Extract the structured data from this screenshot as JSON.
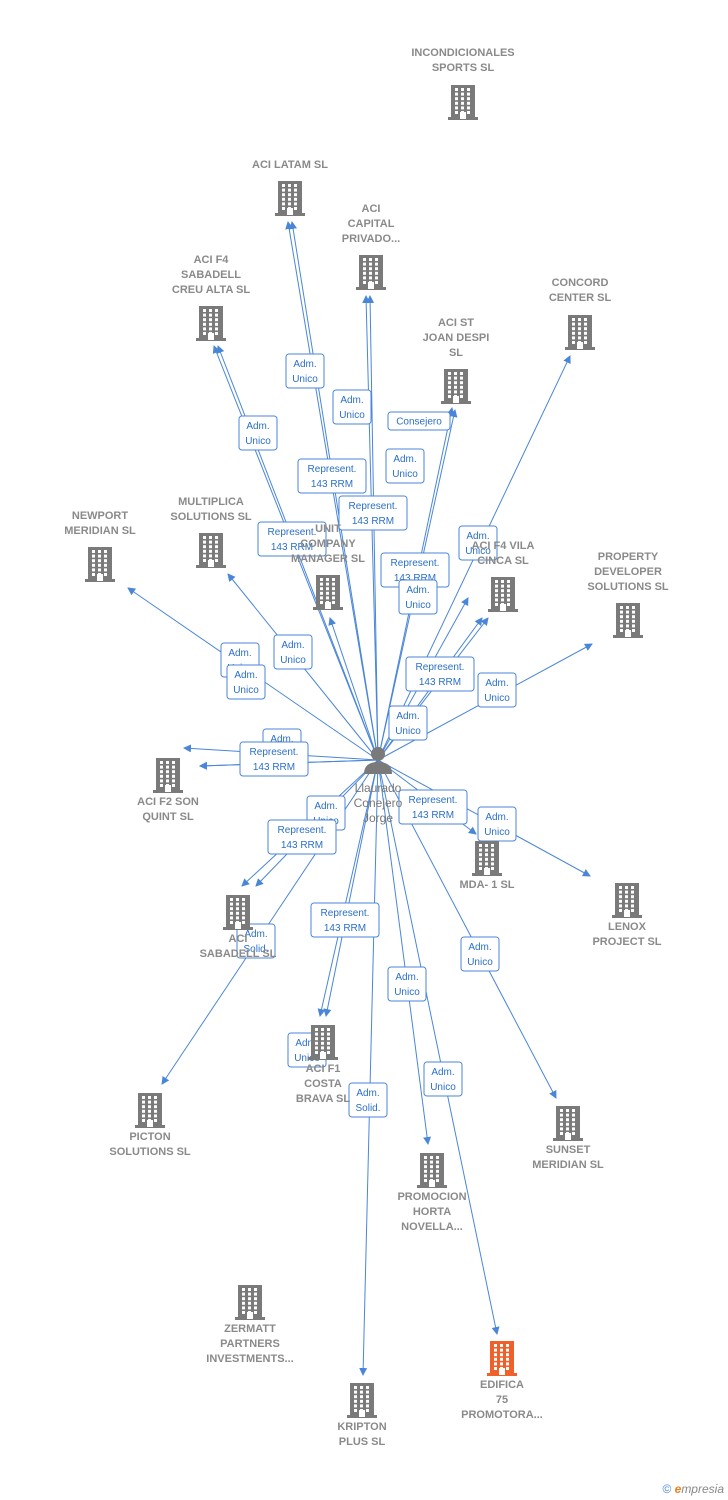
{
  "colors": {
    "edge": "#4a86d8",
    "company": "#7a7a7a",
    "highlight": "#f0602a",
    "person": "#7a7a7a"
  },
  "person": {
    "lines": [
      "Llaurado",
      "Conejero",
      "Jorge"
    ],
    "icon": "person-icon"
  },
  "companies": [
    {
      "id": "incondicionales",
      "lines": [
        "INCONDICIONALES",
        "SPORTS SL"
      ]
    },
    {
      "id": "aci-latam",
      "lines": [
        "ACI LATAM  SL"
      ]
    },
    {
      "id": "aci-capital",
      "lines": [
        "ACI",
        "CAPITAL",
        "PRIVADO..."
      ]
    },
    {
      "id": "aci-f4",
      "lines": [
        "ACI F4",
        "SABADELL",
        "CREU ALTA  SL"
      ]
    },
    {
      "id": "concord",
      "lines": [
        "CONCORD",
        "CENTER  SL"
      ]
    },
    {
      "id": "aci-st-joan",
      "lines": [
        "ACI ST",
        "JOAN DESPI",
        "SL"
      ]
    },
    {
      "id": "newport",
      "lines": [
        "NEWPORT",
        "MERIDIAN  SL"
      ]
    },
    {
      "id": "multiplica",
      "lines": [
        "MULTIPLICA",
        "SOLUTIONS SL"
      ]
    },
    {
      "id": "unit-company",
      "lines": [
        "UNIT",
        "COMPANY",
        "MANAGER SL"
      ]
    },
    {
      "id": "aci-f4-vila",
      "lines": [
        "ACI F4 VILA",
        "CINCA  SL"
      ]
    },
    {
      "id": "property",
      "lines": [
        "PROPERTY",
        "DEVELOPER",
        "SOLUTIONS SL"
      ]
    },
    {
      "id": "aci-f2-son",
      "lines": [
        "ACI F2 SON",
        "QUINT  SL"
      ]
    },
    {
      "id": "mda1",
      "lines": [
        "MDA- 1 SL"
      ]
    },
    {
      "id": "lenox",
      "lines": [
        "LENOX",
        "PROJECT  SL"
      ]
    },
    {
      "id": "aci-sabadell",
      "lines": [
        "ACI",
        "SABADELL  SL"
      ]
    },
    {
      "id": "aci-f1",
      "lines": [
        "ACI F1",
        "COSTA",
        "BRAVA  SL"
      ]
    },
    {
      "id": "picton",
      "lines": [
        "PICTON",
        "SOLUTIONS SL"
      ]
    },
    {
      "id": "sunset",
      "lines": [
        "SUNSET",
        "MERIDIAN SL"
      ]
    },
    {
      "id": "promocion",
      "lines": [
        "PROMOCION",
        "HORTA",
        "NOVELLA..."
      ]
    },
    {
      "id": "zermatt",
      "lines": [
        "ZERMATT",
        "PARTNERS",
        "INVESTMENTS..."
      ]
    },
    {
      "id": "kripton",
      "lines": [
        "KRIPTON",
        "PLUS  SL"
      ]
    },
    {
      "id": "edifica",
      "lines": [
        "EDIFICA",
        "75",
        "PROMOTORA..."
      ],
      "highlight": true
    }
  ],
  "relations": [
    {
      "lines": [
        "Adm.",
        "Unico"
      ],
      "target": "aci-latam"
    },
    {
      "lines": [
        "Adm.",
        "Unico"
      ],
      "target": "aci-capital"
    },
    {
      "lines": [
        "Adm.",
        "Unico"
      ],
      "target": "aci-f4"
    },
    {
      "lines": [
        "Consejero"
      ],
      "target": "aci-st-joan"
    },
    {
      "lines": [
        "Adm.",
        "Unico"
      ],
      "target": "aci-st-joan"
    },
    {
      "lines": [
        "Represent.",
        "143 RRM"
      ],
      "target": "aci-latam"
    },
    {
      "lines": [
        "Represent.",
        "143 RRM"
      ],
      "target": "aci-capital"
    },
    {
      "lines": [
        "Represent.",
        "143 RRM"
      ],
      "target": "aci-f4"
    },
    {
      "lines": [
        "Adm.",
        "Unico"
      ],
      "target": "concord"
    },
    {
      "lines": [
        "Represent.",
        "143 RRM"
      ],
      "target": "aci-f4-vila"
    },
    {
      "lines": [
        "Adm.",
        "Unico"
      ],
      "target": "aci-f4-vila"
    },
    {
      "lines": [
        "Adm.",
        "Unico"
      ],
      "target": "newport"
    },
    {
      "lines": [
        "Adm.",
        "Unico"
      ],
      "target": "multiplica"
    },
    {
      "lines": [
        "Adm.",
        "Unico"
      ],
      "target": "aci-f2-son"
    },
    {
      "lines": [
        "Represent.",
        "143 RRM"
      ],
      "target": "aci-f4-vila"
    },
    {
      "lines": [
        "Adm.",
        "Unico"
      ],
      "target": "property"
    },
    {
      "lines": [
        "Adm.",
        "Unico"
      ],
      "target": "unit-company"
    },
    {
      "lines": [
        "Adm.",
        "Unico"
      ],
      "target": "aci-f2-son"
    },
    {
      "lines": [
        "Represent.",
        "143 RRM"
      ],
      "target": "aci-f2-son"
    },
    {
      "lines": [
        "Represent.",
        "143 RRM"
      ],
      "target": "mda1"
    },
    {
      "lines": [
        "Adm.",
        "Unico"
      ],
      "target": "lenox"
    },
    {
      "lines": [
        "Adm.",
        "Unico"
      ],
      "target": "aci-sabadell"
    },
    {
      "lines": [
        "Represent.",
        "143 RRM"
      ],
      "target": "aci-sabadell"
    },
    {
      "lines": [
        "Adm.",
        "Solid."
      ],
      "target": "picton"
    },
    {
      "lines": [
        "Represent.",
        "143 RRM"
      ],
      "target": "aci-f1"
    },
    {
      "lines": [
        "Adm.",
        "Unico"
      ],
      "target": "sunset"
    },
    {
      "lines": [
        "Adm.",
        "Unico"
      ],
      "target": "promocion"
    },
    {
      "lines": [
        "Adm.",
        "Unico"
      ],
      "target": "aci-f1"
    },
    {
      "lines": [
        "Adm.",
        "Unico"
      ],
      "target": "edifica"
    },
    {
      "lines": [
        "Adm.",
        "Solid."
      ],
      "target": "kripton"
    }
  ],
  "footer": {
    "copyright": "©",
    "brand_initial": "e",
    "brand_rest": "mpresia"
  }
}
